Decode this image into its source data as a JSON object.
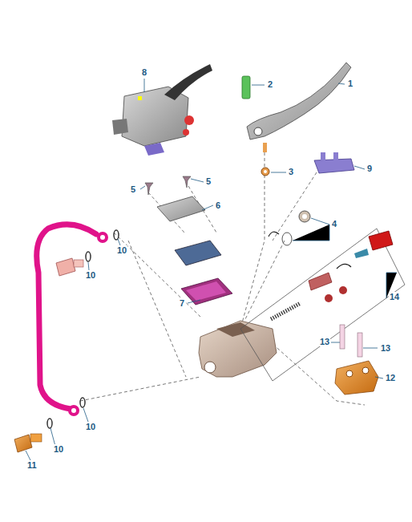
{
  "diagram": {
    "labels": [
      "8",
      "2",
      "1",
      "5",
      "5",
      "6",
      "3",
      "9",
      "4",
      "10",
      "10",
      "7",
      "14",
      "13",
      "13",
      "12",
      "10",
      "10",
      "11"
    ]
  }
}
